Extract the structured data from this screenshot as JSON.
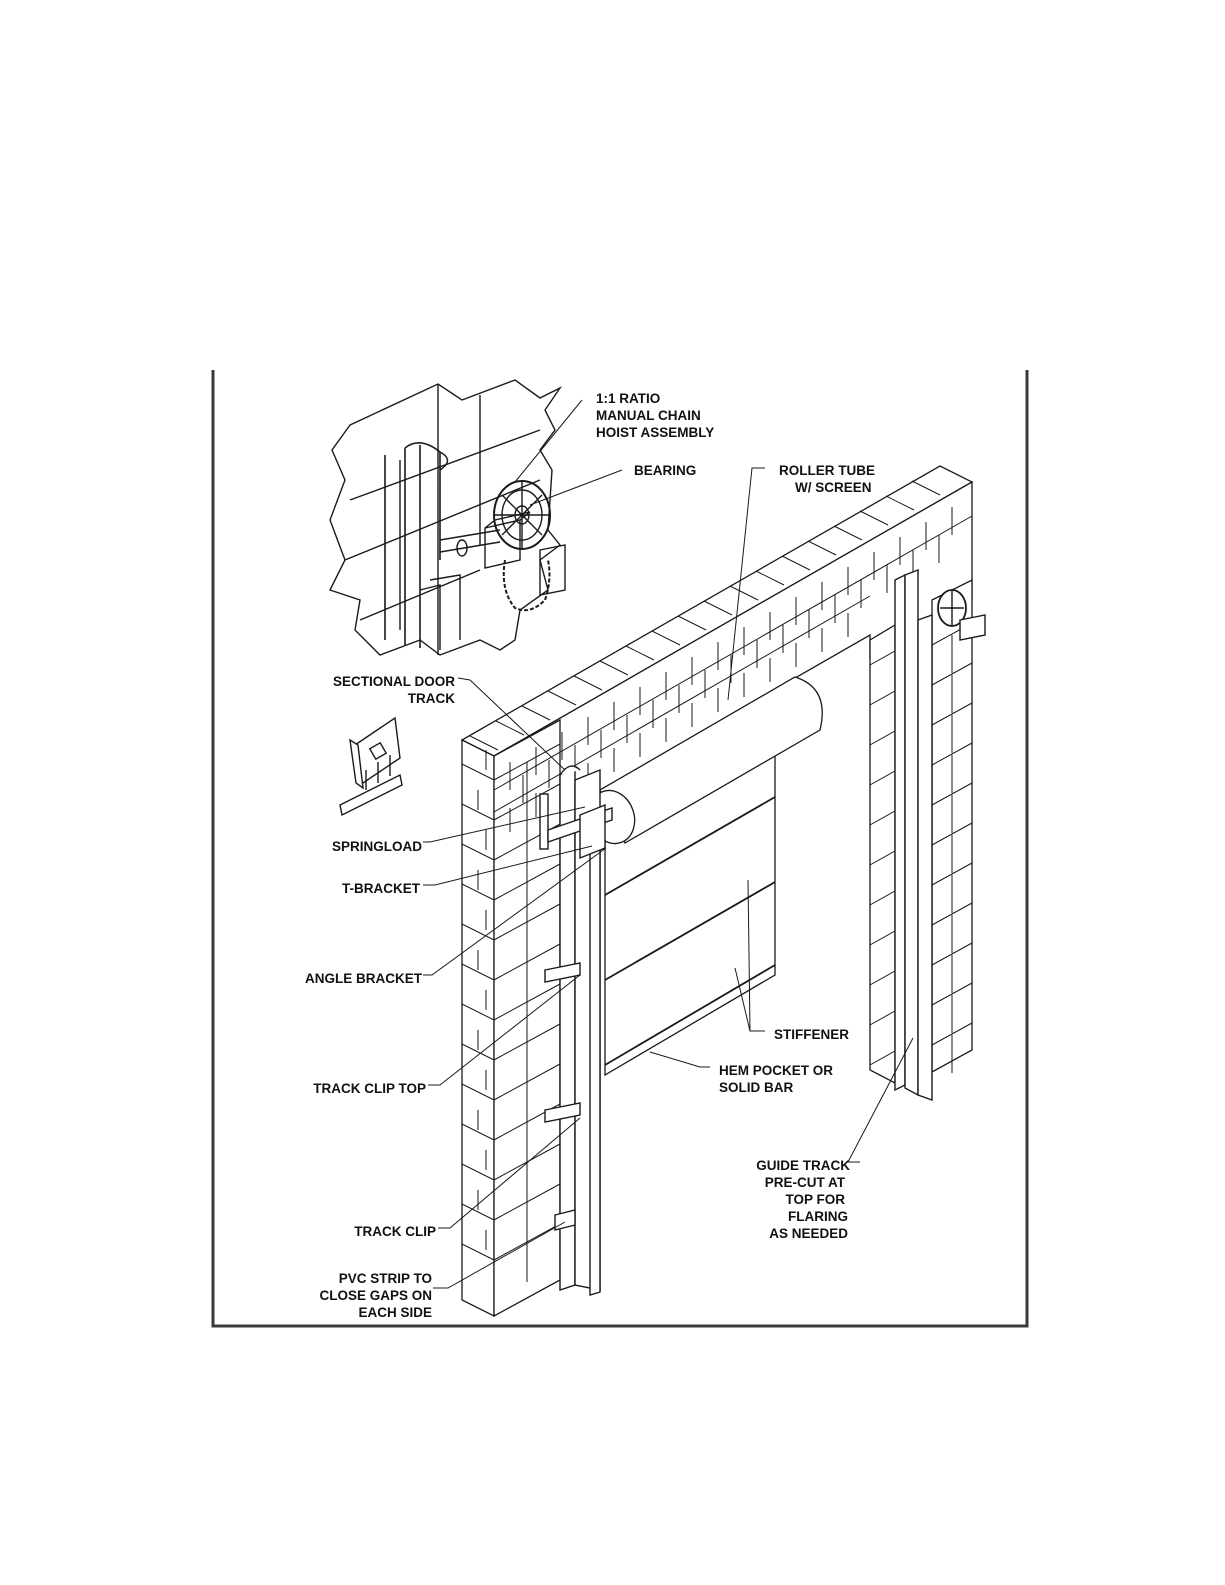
{
  "labels": {
    "hoist": [
      "1:1 RATIO",
      "MANUAL CHAIN",
      "HOIST ASSEMBLY"
    ],
    "bearing": "BEARING",
    "roller_tube": [
      "ROLLER TUBE",
      "W/ SCREEN"
    ],
    "sectional_track": [
      "SECTIONAL DOOR",
      "TRACK"
    ],
    "springload": "SPRINGLOAD",
    "t_bracket": "T-BRACKET",
    "angle_bracket": "ANGLE BRACKET",
    "stiffener": "STIFFENER",
    "hem_pocket": [
      "HEM POCKET OR",
      "SOLID BAR"
    ],
    "track_clip_top": "TRACK CLIP TOP",
    "guide_track": [
      "GUIDE TRACK",
      "PRE-CUT AT",
      "TOP FOR",
      "FLARING",
      "AS NEEDED"
    ],
    "track_clip": "TRACK CLIP",
    "pvc_strip": [
      "PVC STRIP TO",
      "CLOSE GAPS ON",
      "EACH SIDE"
    ]
  },
  "colors": {
    "line": "#1a1a1a",
    "frame": "#3a3a3a",
    "fill": "#ffffff"
  }
}
